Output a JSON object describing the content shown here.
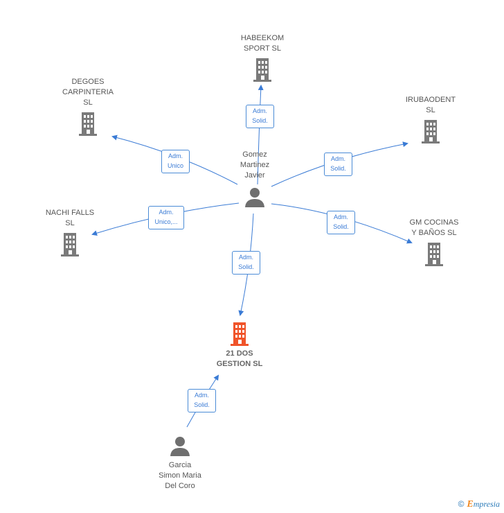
{
  "colors": {
    "edge": "#3a7bd5",
    "company": "#7a7a7a",
    "company_main": "#f0542a",
    "person": "#6f6f6f"
  },
  "nodes": {
    "habeekom": {
      "label": "HABEEKOM\nSPORT  SL",
      "icon": "building-icon"
    },
    "degoes": {
      "label": "DEGOES\nCARPINTERIA\nSL",
      "icon": "building-icon"
    },
    "irubaodent": {
      "label": "IRUBAODENT\nSL",
      "icon": "building-icon"
    },
    "nachi": {
      "label": "NACHI FALLS\nSL",
      "icon": "building-icon"
    },
    "gmcocinas": {
      "label": "GM COCINAS\nY BAÑOS  SL",
      "icon": "building-icon"
    },
    "gomez": {
      "label": "Gomez\nMartinez\nJavier",
      "icon": "person-icon"
    },
    "main": {
      "label": "21 DOS\nGESTION  SL",
      "icon": "building-icon"
    },
    "garcia": {
      "label": "Garcia\nSimon Maria\nDel Coro",
      "icon": "person-icon"
    }
  },
  "relations": {
    "habeekom": "Adm.\nSolid.",
    "degoes": "Adm.\nUnico",
    "irubaodent": "Adm.\nSolid.",
    "nachi": "Adm.\nUnico,...",
    "gmcocinas": "Adm.\nSolid.",
    "main": "Adm.\nSolid.",
    "garcia": "Adm.\nSolid."
  },
  "footer": {
    "copyright": "©",
    "brand_initial": "E",
    "brand_rest": "mpresia"
  }
}
